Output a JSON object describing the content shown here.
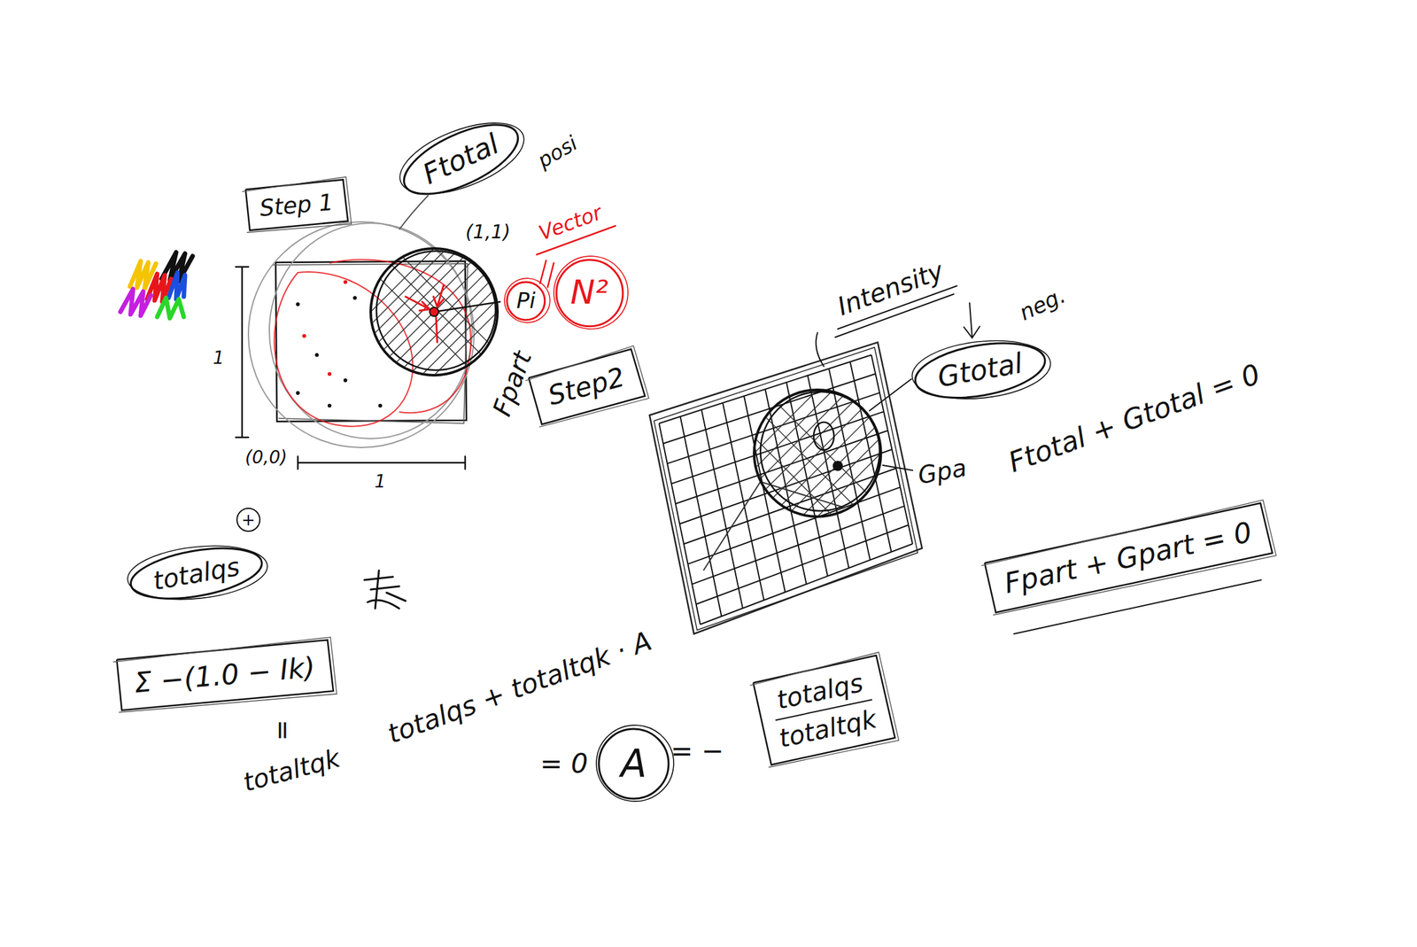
{
  "diagram": {
    "nodes": [
      {
        "text": [
          "Step 1"
        ]
      },
      {
        "text": [
          "Ftotal"
        ]
      },
      {
        "text": [
          "Pi"
        ]
      },
      {
        "text": [
          "N²"
        ]
      },
      {
        "text": [
          "Step2"
        ]
      },
      {
        "text": [
          "Gtotal"
        ]
      },
      {
        "text": [
          "totalqs"
        ]
      },
      {
        "text": [
          "Σ −(1.0 − Ik)"
        ]
      },
      {
        "text": [
          "A"
        ]
      },
      {
        "text": [
          "totalqs",
          "totaltqk"
        ]
      },
      {
        "text": [
          "Fpart + Gpart = 0"
        ]
      }
    ],
    "labels": [
      "posi",
      "(1,1)",
      "Vector",
      "1",
      "Fpart",
      "(0,0)",
      "1",
      "Intensity",
      "neg.",
      "Gpa",
      "Ftotal + Gtotal = 0",
      "+",
      "=",
      "totaltqk",
      "totalqs + totaltqk · A",
      "= 0",
      "= −"
    ]
  }
}
